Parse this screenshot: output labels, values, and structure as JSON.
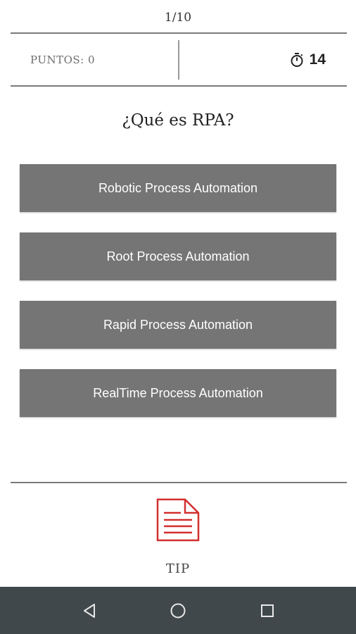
{
  "quiz": {
    "progress": "1/10",
    "points_label": "PUNTOS: 0",
    "timer_value": "14",
    "question": "¿Qué es RPA?",
    "answers": [
      "Robotic Process Automation",
      "Root Process Automation",
      "Rapid Process Automation",
      "RealTime Process Automation"
    ]
  },
  "tip": {
    "label": "TIP",
    "icon": "document-icon",
    "color": "#d32f2f"
  },
  "navigation": {
    "back_icon": "back-triangle-icon",
    "home_icon": "home-circle-icon",
    "recents_icon": "recents-square-icon",
    "bar_color": "#41484c"
  },
  "colors": {
    "answer_bg": "#757575",
    "divider": "#7a7a7a"
  }
}
